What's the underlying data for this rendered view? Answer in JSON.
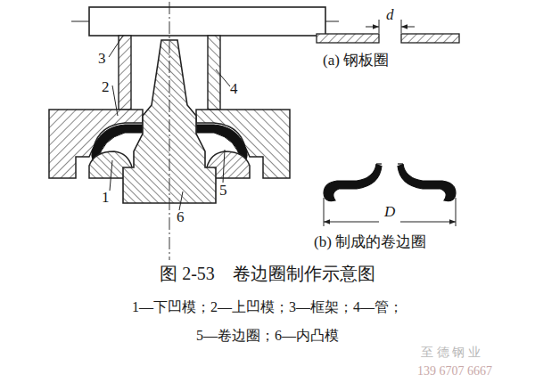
{
  "diagram": {
    "caption": "图 2-53　卷边圈制作示意图",
    "labels": [
      "3",
      "2",
      "4",
      "1",
      "5",
      "6",
      "d",
      "(a) 钢板圈",
      "D",
      "(b) 制成的卷边圈",
      "1—下凹模；2—上凹模；3—框架；4—管；",
      "5—卷边圈；6—内凸模",
      "至 德 钢 业",
      "139 6707 6667"
    ]
  }
}
